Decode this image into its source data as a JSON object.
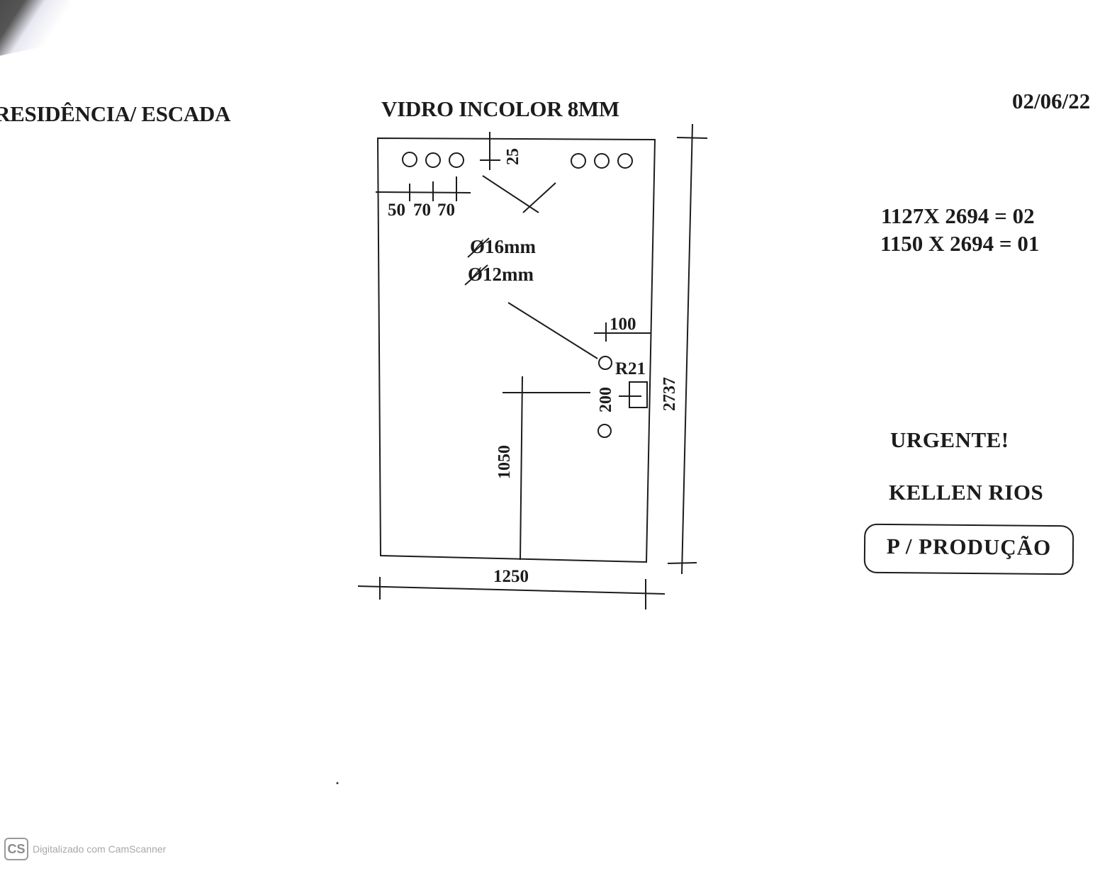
{
  "header": {
    "project": "RESIDÊNCIA/ ESCADA",
    "glass_spec": "VIDRO INCOLOR 8MM",
    "date": "02/06/22"
  },
  "drawing": {
    "dim_25": "25",
    "dim_50": "50",
    "dim_70a": "70",
    "dim_70b": "70",
    "hole_16": "Ø16mm",
    "hole_12": "Ø12mm",
    "dim_100": "100",
    "radius": "R21",
    "dim_200": "200",
    "dim_2737": "2737",
    "dim_1050": "1050",
    "dim_1250": "1250"
  },
  "sizes": {
    "line1": "1127X 2694 = 02",
    "line2": "1150 X 2694 = 01"
  },
  "notes": {
    "urgent": "URGENTE!",
    "client": "KELLEN RIOS",
    "production": "P / PRODUÇÃO"
  },
  "watermark": {
    "logo": "CS",
    "text": "Digitalizado com CamScanner"
  }
}
